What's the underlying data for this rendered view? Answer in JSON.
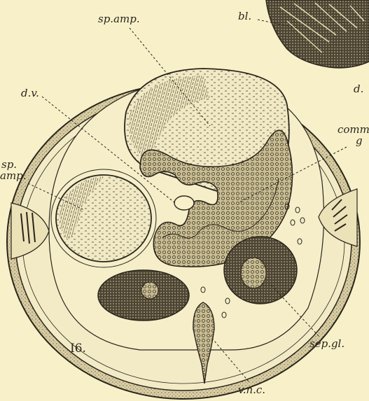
{
  "figure": {
    "number": "I6.",
    "labels": {
      "sp_amp_top": "sp.amp.",
      "bl": "bl.",
      "dv": "d.v.",
      "d_right": "d.",
      "comm_g_line1": "comm",
      "comm_g_line2": "g",
      "sp_amp_left_line1": "sp.",
      "sp_amp_left_line2": "amp.",
      "sep_gl": "sep.gl.",
      "vnc": "v.n.c."
    }
  },
  "colors": {
    "paper": "#f7f0c9",
    "ink": "#2a251c",
    "body_wall_fill": "#d9cfa6"
  }
}
